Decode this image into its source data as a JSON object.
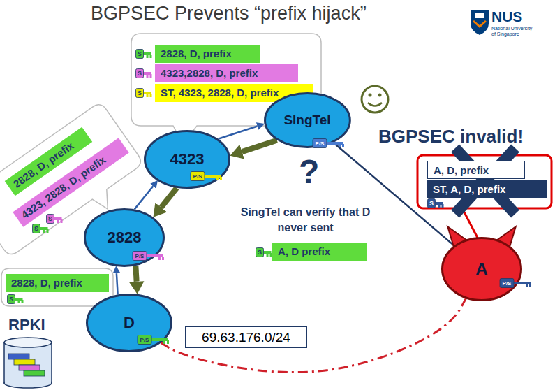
{
  "diagram": {
    "title": "BGPSEC Prevents “prefix hijack”",
    "nodes": [
      {
        "text": [
          "2828, D, prefix"
        ]
      },
      {
        "text": [
          "4323,2828, D, prefix"
        ]
      },
      {
        "text": [
          "ST, 4323, 2828, D, prefix"
        ]
      },
      {
        "text": [
          "SingTel"
        ]
      },
      {
        "text": [
          "4323"
        ]
      },
      {
        "text": [
          "2828, D, prefix"
        ]
      },
      {
        "text": [
          "4323, 2828, D, prefix"
        ]
      },
      {
        "text": [
          "A, D, prefix"
        ]
      },
      {
        "text": [
          "ST, A, D, prefix"
        ]
      },
      {
        "text": [
          "2828"
        ]
      },
      {
        "text": [
          "A, D prefix"
        ]
      },
      {
        "text": [
          "A"
        ]
      },
      {
        "text": [
          "2828, D, prefix"
        ]
      },
      {
        "text": [
          "D"
        ]
      },
      {
        "text": [
          "69.63.176.0/24"
        ]
      }
    ],
    "edges": [
      {
        "from": 13,
        "to": 9,
        "arrow": "to"
      },
      {
        "from": 9,
        "to": 4,
        "arrow": "to"
      },
      {
        "from": 4,
        "to": 3,
        "arrow": "to"
      },
      {
        "from": 3,
        "to": 4,
        "arrow": "to"
      },
      {
        "from": 4,
        "to": 9,
        "arrow": "to"
      },
      {
        "from": 9,
        "to": 13,
        "arrow": "to"
      },
      {
        "from": 3,
        "to": 11,
        "arrow": "none"
      },
      {
        "from": 13,
        "to": 11,
        "arrow": "none"
      }
    ],
    "labels": [
      "NUS",
      "National University of Singapore",
      "?",
      "SingTel can verify that D never sent",
      "BGPSEC invalid!",
      "RPKI",
      "P/S",
      "P/S",
      "P/S",
      "P/S",
      "P/S",
      "S",
      "S",
      "S",
      "S",
      "S",
      "S",
      "S",
      "S"
    ]
  }
}
